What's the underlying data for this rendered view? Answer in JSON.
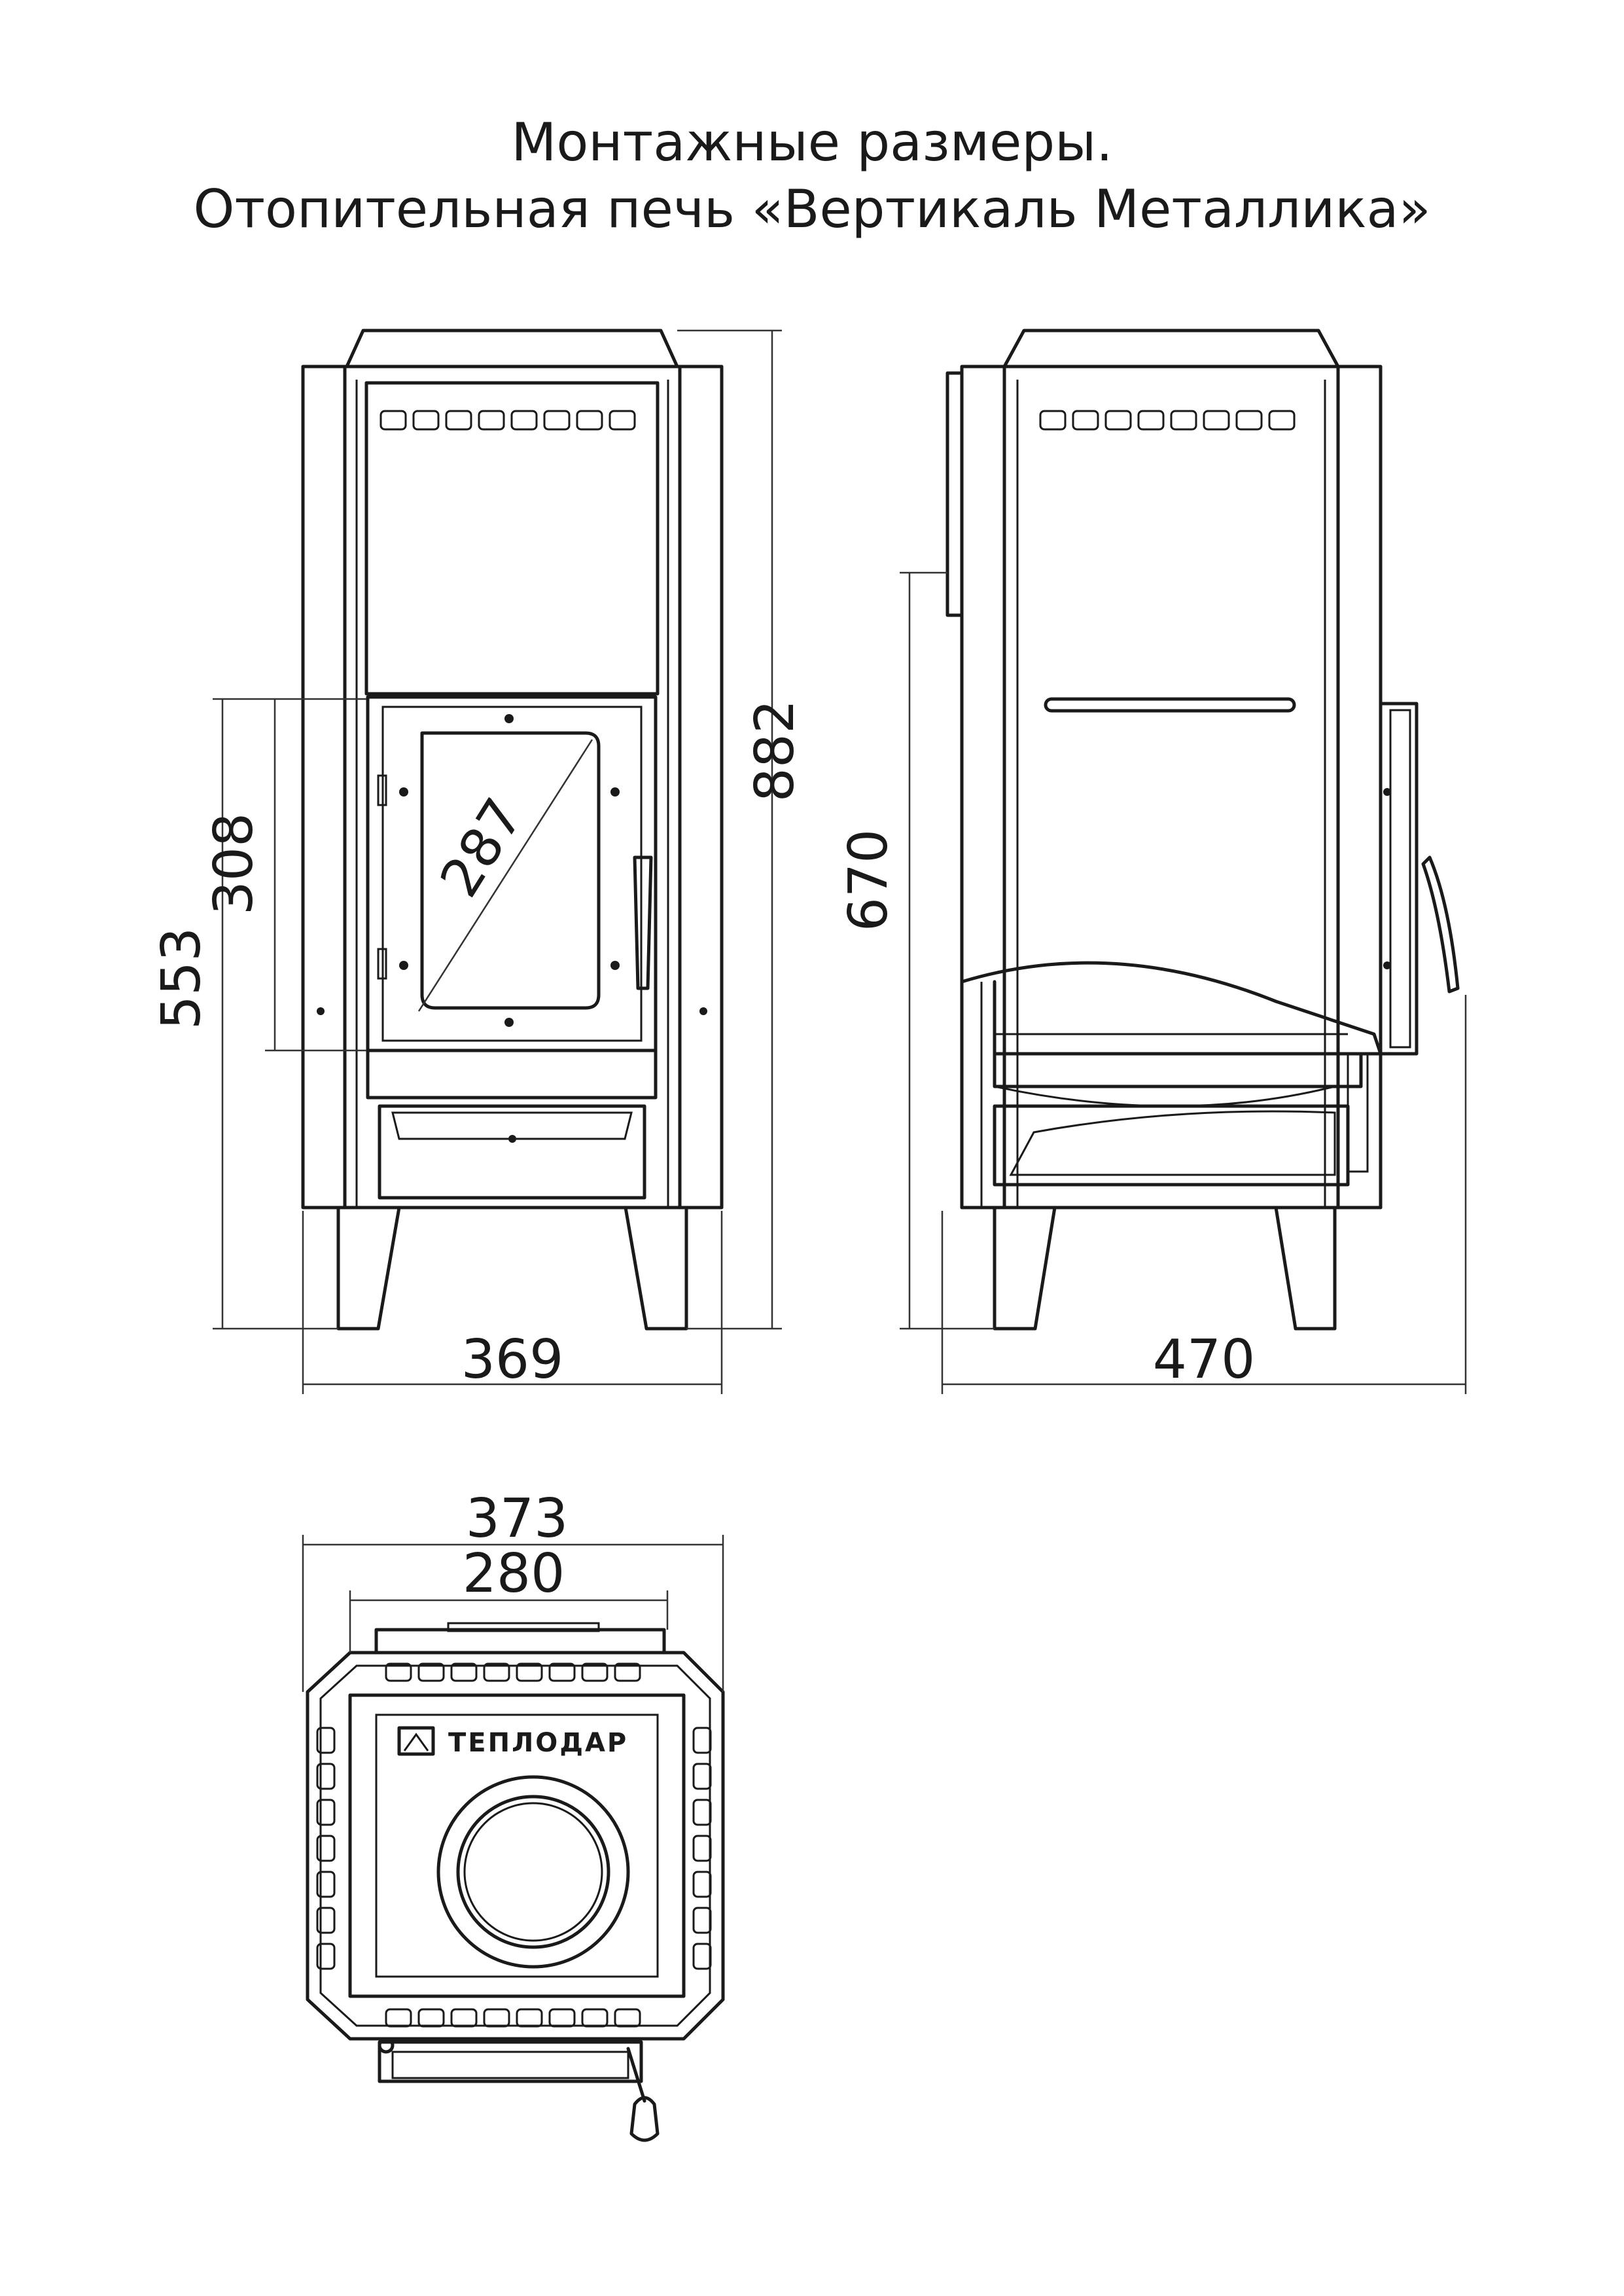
{
  "title_line1": "Монтажные размеры.",
  "title_line2": "Отопительная печь «Вертикаль Металлика»",
  "dimensions": {
    "front_width": "369",
    "front_height": "882",
    "front_firebox_bottom": "553",
    "front_door_height": "308",
    "front_glass_diagonal": "287",
    "side_depth": "470",
    "side_height": "670",
    "top_outer_width": "373",
    "top_inner_width": "280"
  },
  "logo_text": "ТЕПЛОДАР"
}
